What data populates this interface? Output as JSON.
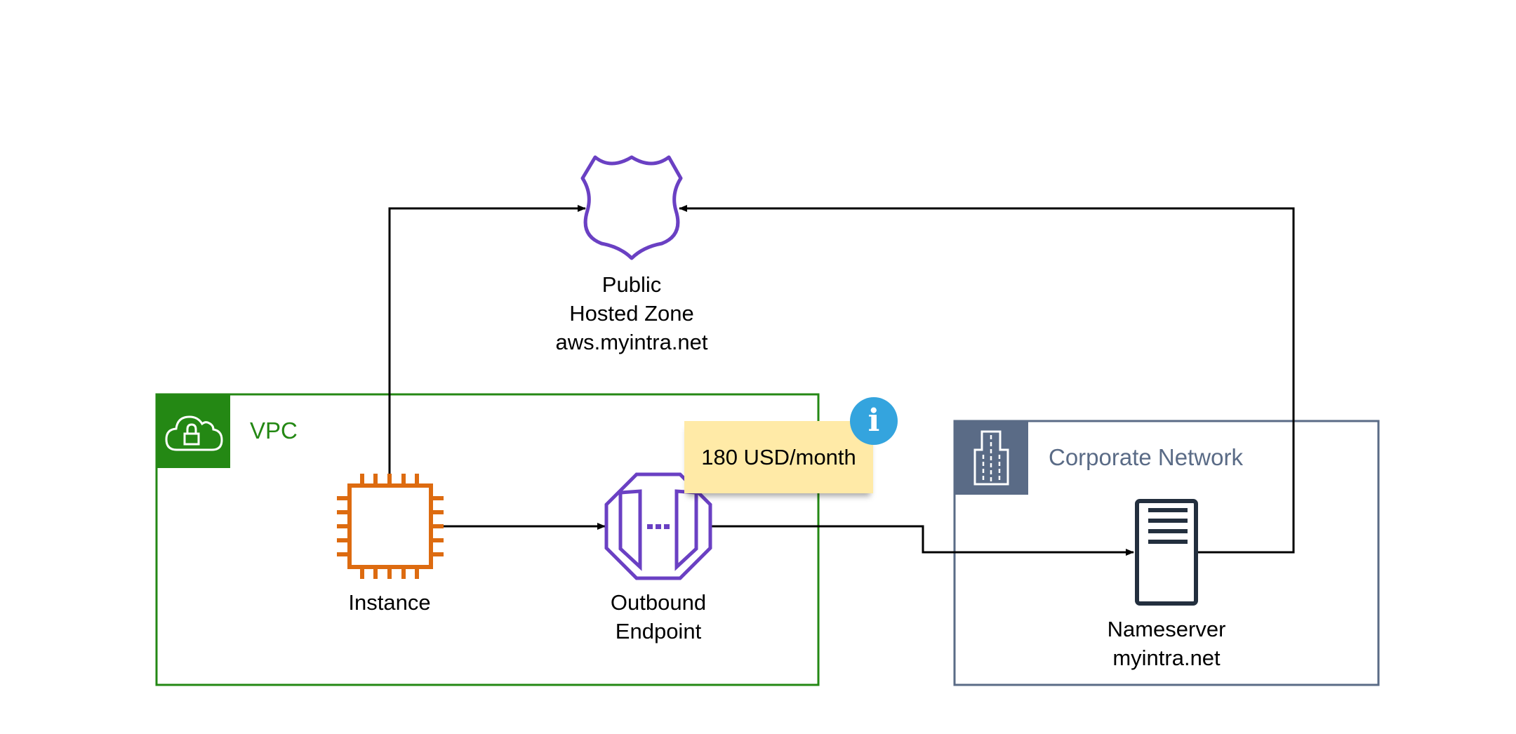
{
  "diagram": {
    "colors": {
      "vpc": "#248814",
      "corporate": "#5a6b86",
      "route53": "#6a40c3",
      "ec2": "#dd6b10",
      "server": "#232f3e",
      "note_bg": "#ffeaa7",
      "info": "#34a4de",
      "connector": "#000000"
    },
    "hosted_zone": {
      "icon": "route53-shield-icon",
      "label_lines": [
        "Public",
        "Hosted Zone",
        "aws.myintra.net"
      ]
    },
    "vpc": {
      "icon": "cloud-lock-icon",
      "title": "VPC",
      "instance": {
        "icon": "ec2-chip-icon",
        "label": "Instance"
      },
      "outbound_endpoint": {
        "icon": "resolver-endpoint-icon",
        "label_lines": [
          "Outbound",
          "Endpoint"
        ]
      }
    },
    "note": {
      "text": "180 USD/month",
      "badge_icon": "info-icon",
      "badge_glyph": "i"
    },
    "corporate_network": {
      "icon": "building-icon",
      "title": "Corporate Network",
      "nameserver": {
        "icon": "server-icon",
        "label_lines": [
          "Nameserver",
          "myintra.net"
        ]
      }
    },
    "connections": [
      {
        "from": "Instance",
        "to": "Public Hosted Zone"
      },
      {
        "from": "Instance",
        "to": "Outbound Endpoint"
      },
      {
        "from": "Outbound Endpoint",
        "to": "Nameserver"
      },
      {
        "from": "Nameserver",
        "to": "Public Hosted Zone"
      }
    ]
  }
}
